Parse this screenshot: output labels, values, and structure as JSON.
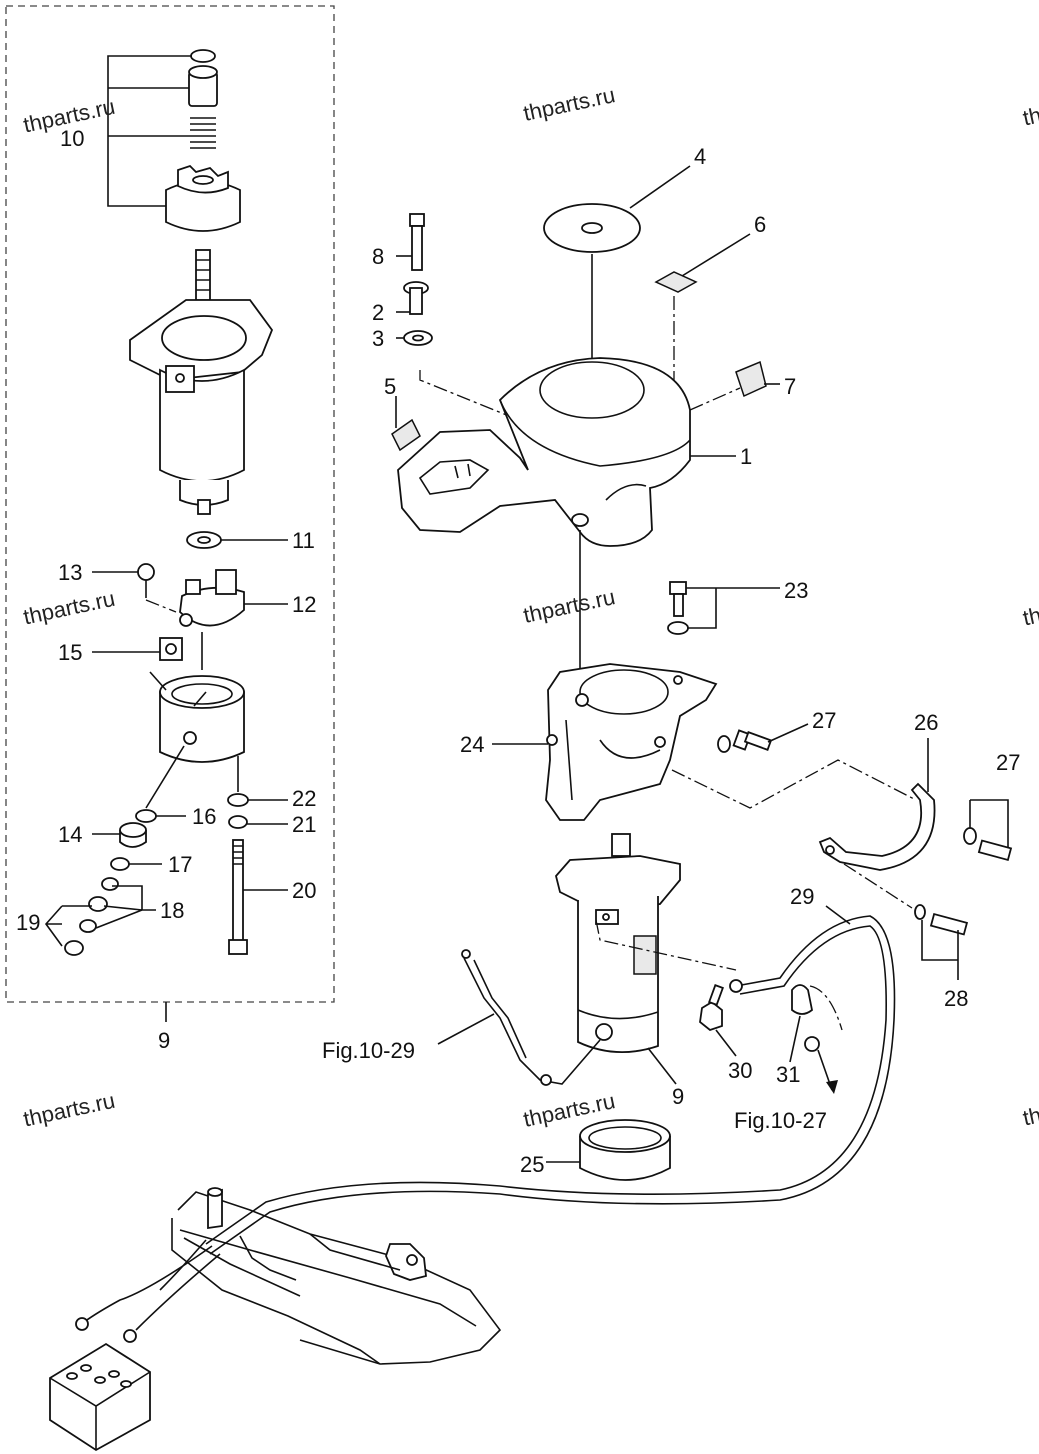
{
  "watermark": "thparts.ru",
  "labels": {
    "l1": "1",
    "l2": "2",
    "l3": "3",
    "l4": "4",
    "l5": "5",
    "l6": "6",
    "l7": "7",
    "l8": "8",
    "l9_box": "9",
    "l9": "9",
    "l10": "10",
    "l11": "11",
    "l12": "12",
    "l13": "13",
    "l14": "14",
    "l15": "15",
    "l16": "16",
    "l17": "17",
    "l18": "18",
    "l19": "19",
    "l20": "20",
    "l21": "21",
    "l22": "22",
    "l23": "23",
    "l24": "24",
    "l25": "25",
    "l26": "26",
    "l27a": "27",
    "l27b": "27",
    "l28": "28",
    "l29": "29",
    "l30": "30",
    "l31": "31"
  },
  "references": {
    "fig_10_29": "Fig.10-29",
    "fig_10_27": "Fig.10-27"
  }
}
